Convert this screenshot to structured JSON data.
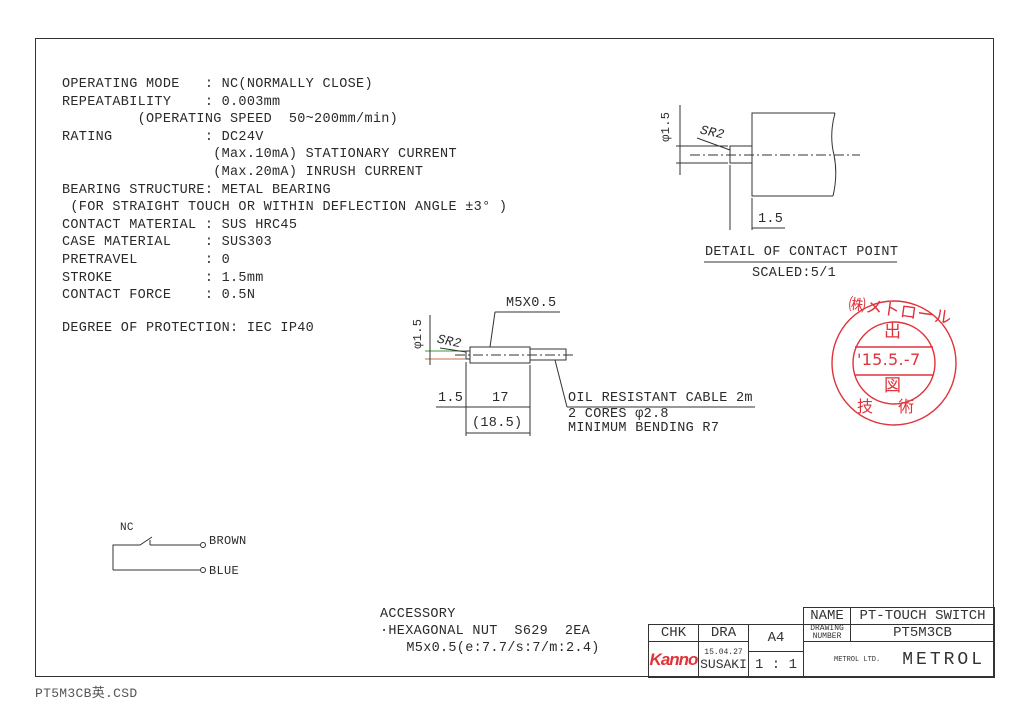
{
  "specs": {
    "lines": [
      "OPERATING MODE   : NC(NORMALLY CLOSE)",
      "REPEATABILITY    : 0.003mm",
      "         (OPERATING SPEED  50~200mm/min)",
      "RATING           : DC24V",
      "                  (Max.10mA) STATIONARY CURRENT",
      "                  (Max.20mA) INRUSH CURRENT",
      "BEARING STRUCTURE: METAL BEARING",
      " (FOR STRAIGHT TOUCH OR WITHIN DEFLECTION ANGLE ±3° )",
      "CONTACT MATERIAL : SUS HRC45",
      "CASE MATERIAL    : SUS303",
      "PRETRAVEL        : 0",
      "STROKE           : 1.5mm",
      "CONTACT FORCE    : 0.5N"
    ],
    "protection": "DEGREE OF PROTECTION: IEC IP40"
  },
  "detail": {
    "dia": "φ1.5",
    "radius": "SR2",
    "length": "1.5",
    "title": "DETAIL OF CONTACT POINT",
    "scale": "SCALED:5/1"
  },
  "main_view": {
    "dia": "φ1.5",
    "radius": "SR2",
    "thread": "M5X0.5",
    "dim_tip": "1.5",
    "dim_body": "17",
    "dim_total": "(18.5)",
    "cable_title": "OIL RESISTANT CABLE 2m",
    "cable_cores": "2 CORES φ2.8",
    "cable_bend": "MINIMUM BENDING R7"
  },
  "stamp": {
    "company": "㈱メトロール",
    "top": "出",
    "date": "'15.5.-7",
    "bottom": "図",
    "dept": "技 術"
  },
  "circuit": {
    "contact": "NC",
    "wire1": "BROWN",
    "wire2": "BLUE"
  },
  "accessory": {
    "title": "ACCESSORY",
    "item": "·HEXAGONAL NUT  S629  2EA",
    "spec": " M5x0.5(e:7.7/s:7/m:2.4)"
  },
  "title_block": {
    "name_label": "NAME",
    "name": "PT-TOUCH SWITCH",
    "chk": "CHK",
    "dra": "DRA",
    "size": "A4",
    "drawing_number_label": "DRAWING\nNUMBER",
    "drawing_number": "PT5M3CB",
    "checker": "Kanno",
    "draw_date": "15.04.27",
    "drafter": "SUSAKI",
    "scale": "1 : 1",
    "company_logo": "METROL LTD.",
    "company": "METROL"
  },
  "footer": {
    "filename": "PT5M3CB英.CSD"
  },
  "colors": {
    "ink": "#2a2a2a",
    "stamp": "#e0323a"
  }
}
